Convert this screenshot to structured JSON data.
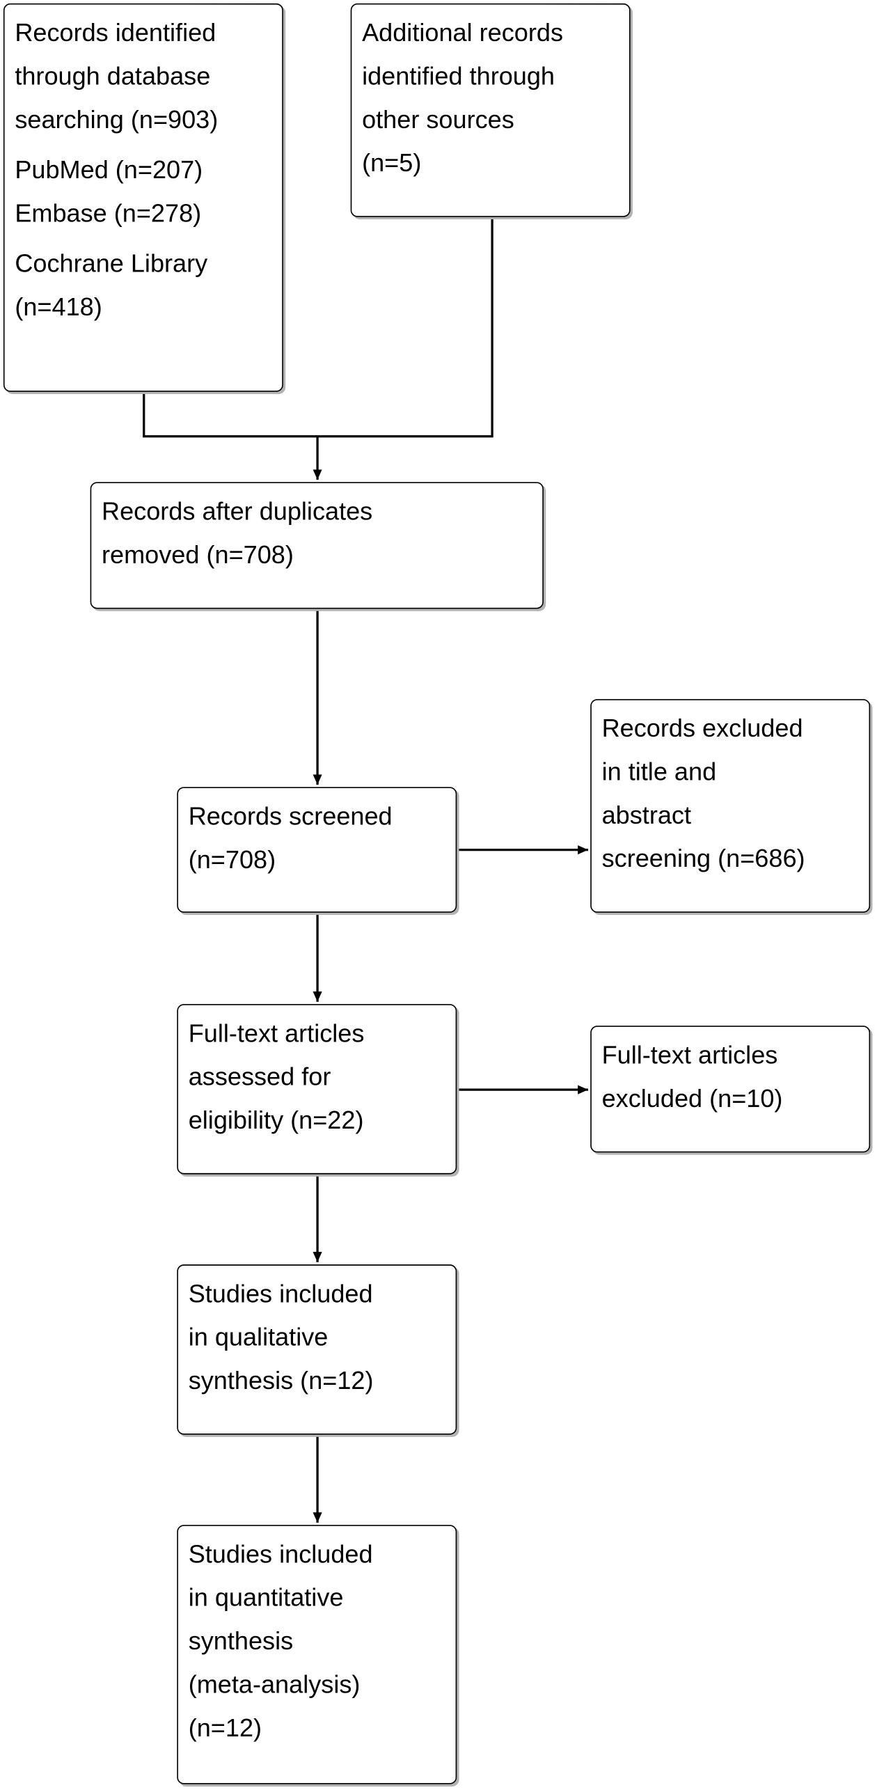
{
  "boxes": {
    "db_search": {
      "lines": [
        "Records identified\nthrough database\nsearching (n=903)",
        "PubMed (n=207)\nEmbase (n=278)",
        "Cochrane Library\n(n=418)"
      ]
    },
    "other_sources": {
      "text": "Additional records\nidentified through\nother sources\n(n=5)"
    },
    "duplicates_removed": {
      "text": "Records after duplicates\nremoved (n=708)"
    },
    "screened": {
      "text": "Records screened\n(n=708)"
    },
    "excluded_title_abstract": {
      "text": "Records excluded\nin title and\nabstract\nscreening (n=686)"
    },
    "fulltext_assessed": {
      "text": "Full-text articles\nassessed for\neligibility (n=22)"
    },
    "fulltext_excluded": {
      "text": "Full-text articles\nexcluded (n=10)"
    },
    "qualitative": {
      "text": "Studies included\nin qualitative\nsynthesis (n=12)"
    },
    "quantitative": {
      "text": "Studies included\nin quantitative\nsynthesis\n(meta-analysis)\n(n=12)"
    }
  },
  "colors": {
    "border": "#000000",
    "shadow": "#b3b3b3",
    "background": "#ffffff"
  }
}
